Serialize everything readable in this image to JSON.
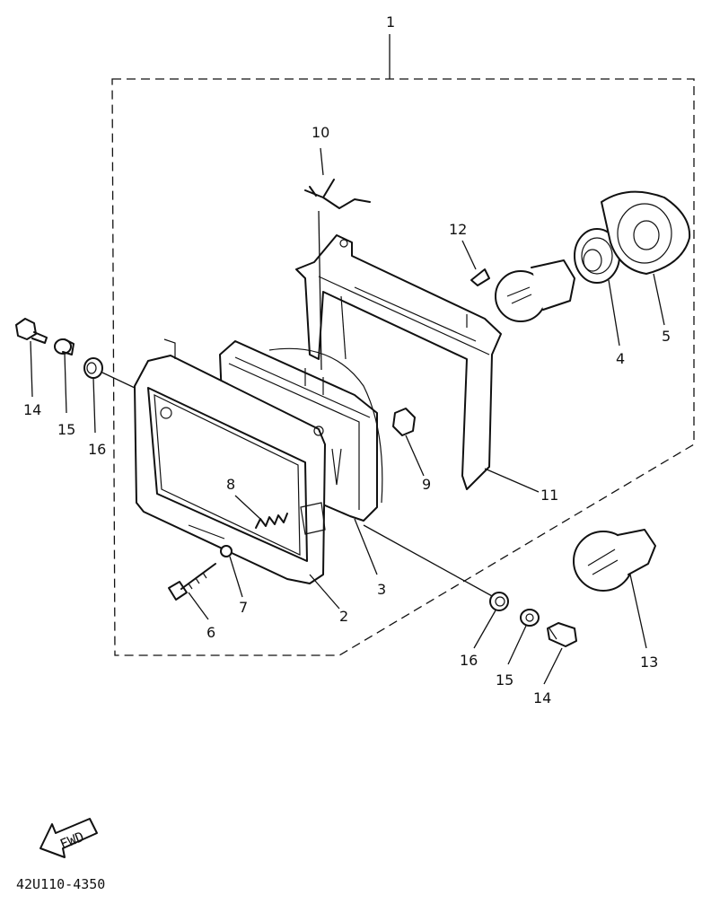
{
  "diagram": {
    "callouts": [
      {
        "id": "c1",
        "text": "1"
      },
      {
        "id": "c2",
        "text": "2"
      },
      {
        "id": "c3",
        "text": "3"
      },
      {
        "id": "c4",
        "text": "4"
      },
      {
        "id": "c5",
        "text": "5"
      },
      {
        "id": "c6",
        "text": "6"
      },
      {
        "id": "c7",
        "text": "7"
      },
      {
        "id": "c8",
        "text": "8"
      },
      {
        "id": "c9",
        "text": "9"
      },
      {
        "id": "c10",
        "text": "10"
      },
      {
        "id": "c11",
        "text": "11"
      },
      {
        "id": "c12",
        "text": "12"
      },
      {
        "id": "c13",
        "text": "13"
      },
      {
        "id": "c14a",
        "text": "14"
      },
      {
        "id": "c15a",
        "text": "15"
      },
      {
        "id": "c16a",
        "text": "16"
      },
      {
        "id": "c14b",
        "text": "14"
      },
      {
        "id": "c15b",
        "text": "15"
      },
      {
        "id": "c16b",
        "text": "16"
      }
    ],
    "fwd_label": "FWD",
    "drawing_code": "42U110-4350"
  }
}
